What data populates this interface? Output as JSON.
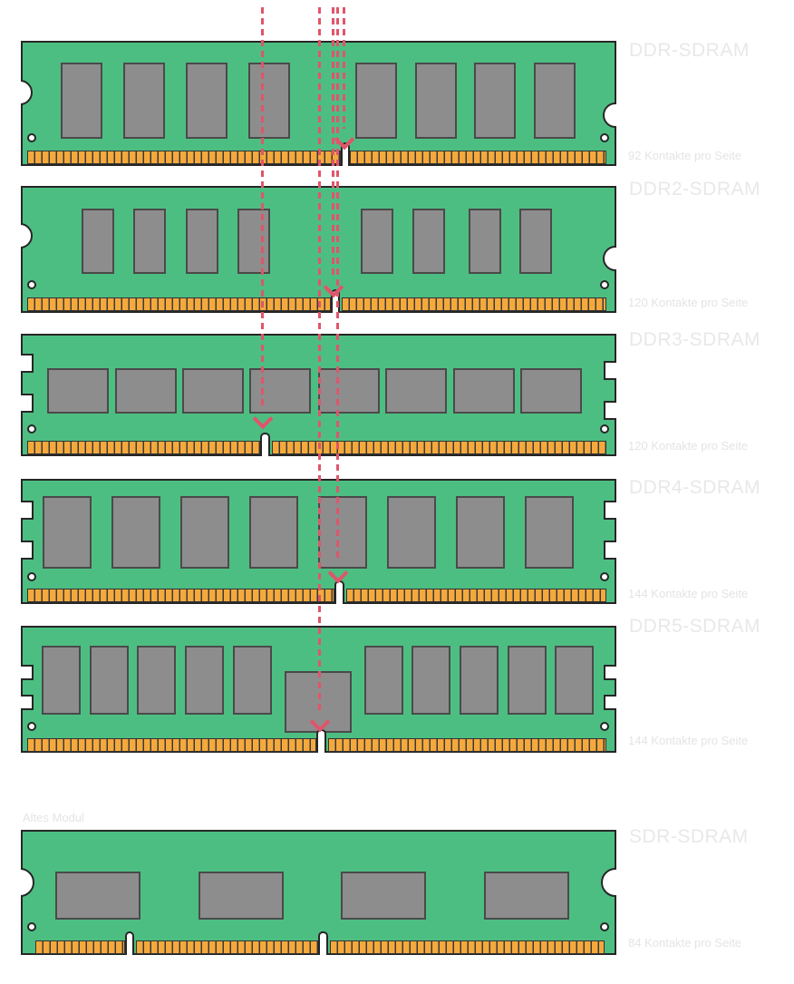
{
  "diagram": {
    "title_note": "Altes Modul",
    "modules": [
      {
        "name": "DDR-SDRAM",
        "pins": "92 Kontakte pro Seite"
      },
      {
        "name": "DDR2-SDRAM",
        "pins": "120 Kontakte pro Seite"
      },
      {
        "name": "DDR3-SDRAM",
        "pins": "120 Kontakte pro Seite"
      },
      {
        "name": "DDR4-SDRAM",
        "pins": "144 Kontakte pro Seite"
      },
      {
        "name": "DDR5-SDRAM",
        "pins": "144 Kontakte pro Seite"
      },
      {
        "name": "SDR-SDRAM",
        "pins": "84 Kontakte pro Seite"
      }
    ],
    "colors": {
      "pcb_green": "#4DBE82",
      "chip_gray": "#8D8D8D",
      "contact_gold": "#F5A93C",
      "notch_guide_red": "#E0556A",
      "label_gray": "#E8E8E8"
    }
  }
}
